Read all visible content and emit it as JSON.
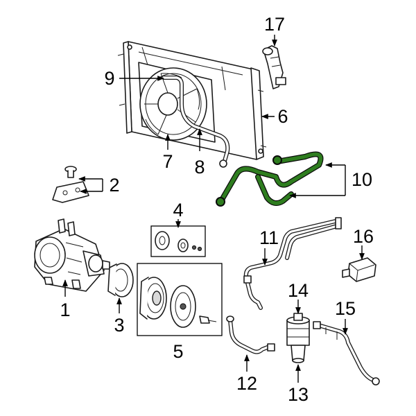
{
  "callouts": {
    "c1": "1",
    "c2": "2",
    "c3": "3",
    "c4": "4",
    "c5": "5",
    "c6": "6",
    "c7": "7",
    "c8": "8",
    "c9": "9",
    "c10": "10",
    "c11": "11",
    "c12": "12",
    "c13": "13",
    "c14": "14",
    "c15": "15",
    "c16": "16",
    "c17": "17"
  },
  "colors": {
    "highlight": "#2e7d1f"
  }
}
